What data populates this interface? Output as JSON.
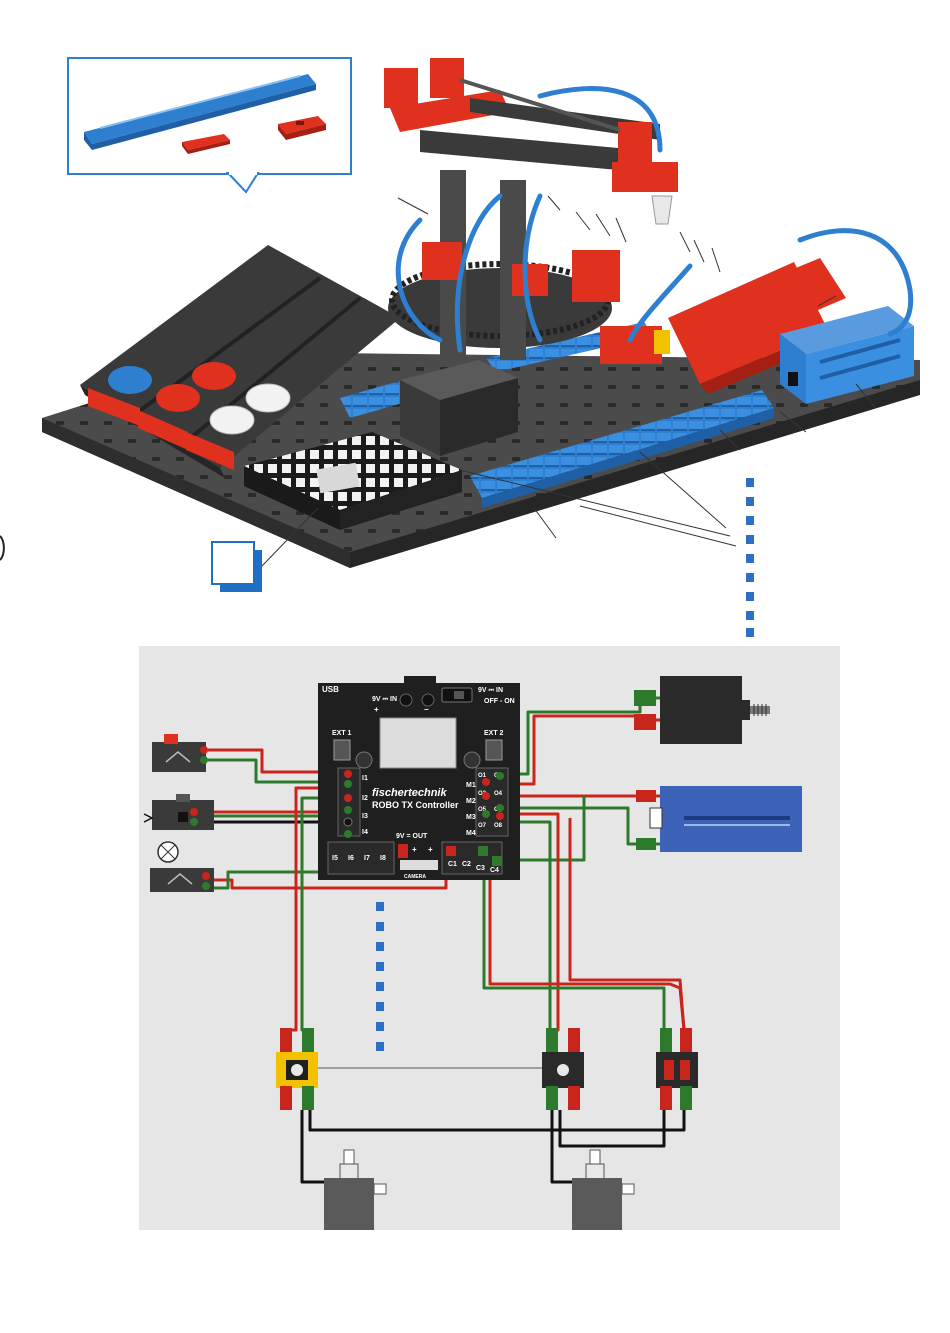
{
  "controller": {
    "usb": "USB",
    "power_in_left": "9V ⎓ IN",
    "power_in_right": "9V ⎓ IN",
    "plus": "+",
    "minus": "−",
    "switch": "OFF - ON",
    "ext1": "EXT 1",
    "ext2": "EXT 2",
    "brand": "fischertechnik",
    "model": "ROBO TX Controller",
    "inputs_left": [
      "I1",
      "I2",
      "I3",
      "I4"
    ],
    "inputs_bottom": [
      "I5",
      "I6",
      "I7",
      "I8"
    ],
    "out_9v": "9V = OUT",
    "counters": [
      "C1",
      "C2",
      "C3",
      "C4"
    ],
    "outputs_top": [
      "O1",
      "O2"
    ],
    "outputs_mid": [
      "O3",
      "O4"
    ],
    "outputs_low": [
      "O5",
      "O6"
    ],
    "outputs_bot": [
      "O7",
      "O8"
    ],
    "motor_labels": [
      "M1",
      "M2",
      "M3",
      "M4"
    ],
    "camera": "CAMERA"
  },
  "colors": {
    "red_part": "#e0301e",
    "blue_part": "#2f7fd0",
    "dark_part": "#3a3a3a",
    "board": "#4a4a4a",
    "wire_red": "#c8261c",
    "wire_green": "#2d7a2d",
    "wire_black": "#111111",
    "callout_blue": "#1f6fc4",
    "dotted_blue": "#2e6fc6",
    "compressor_blue": "#3d63b8"
  },
  "icons": {
    "pushbutton": "pushbutton-switch-icon",
    "light_barrier": "phototransistor-icon",
    "lamp": "lamp-icon",
    "compressor": "compressor-icon",
    "motor": "motor-icon",
    "valve": "solenoid-valve-icon",
    "cylinder": "pneumatic-cylinder-icon"
  }
}
